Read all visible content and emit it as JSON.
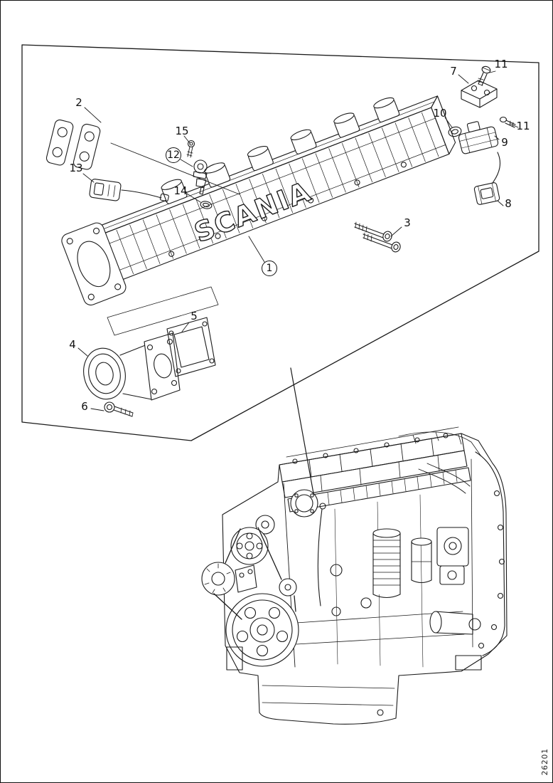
{
  "figure": {
    "brand_text": "SCANIA",
    "drawing_number": "26201"
  },
  "colors": {
    "ink": "#1a1a1a",
    "paper": "#ffffff"
  },
  "callouts": [
    {
      "label": "1",
      "circled": true
    },
    {
      "label": "2",
      "circled": false
    },
    {
      "label": "3",
      "circled": false
    },
    {
      "label": "4",
      "circled": false
    },
    {
      "label": "5",
      "circled": false
    },
    {
      "label": "6",
      "circled": false
    },
    {
      "label": "7",
      "circled": false
    },
    {
      "label": "8",
      "circled": false
    },
    {
      "label": "9",
      "circled": false
    },
    {
      "label": "10",
      "circled": false
    },
    {
      "label": "11",
      "circled": false
    },
    {
      "label": "11",
      "circled": false
    },
    {
      "label": "12",
      "circled": true
    },
    {
      "label": "13",
      "circled": false
    },
    {
      "label": "14",
      "circled": false
    },
    {
      "label": "15",
      "circled": false
    }
  ]
}
